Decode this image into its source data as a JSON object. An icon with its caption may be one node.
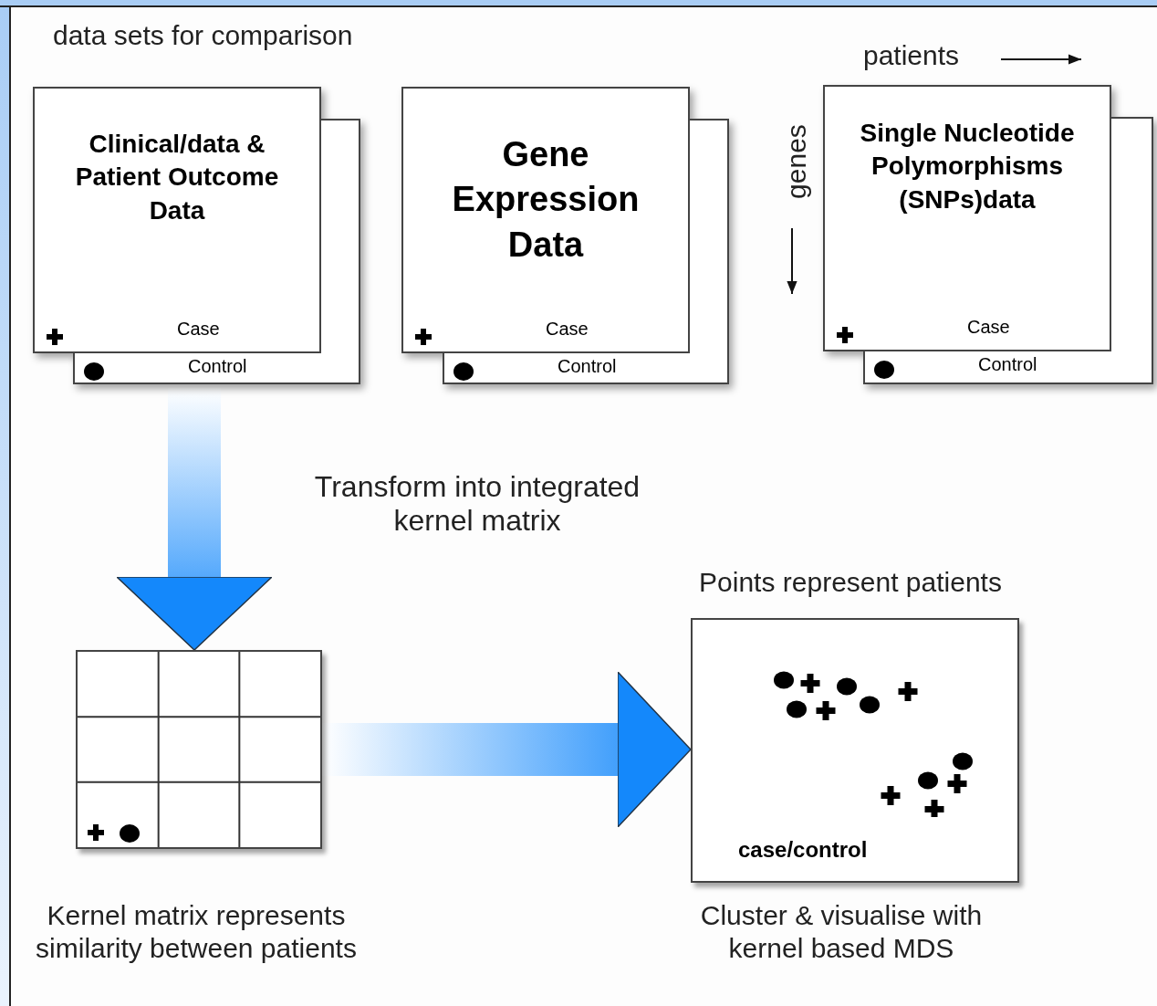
{
  "diagram": {
    "nodes": [
      {
        "text": [
          "Clinical/data & Patient Outcome Data",
          "Case",
          "Control"
        ]
      },
      {
        "text": [
          "Gene Expression Data",
          "Case",
          "Control"
        ]
      },
      {
        "text": [
          "Single Nucleotide Polymorphisms (SNPs)data",
          "Case",
          "Control"
        ]
      },
      {
        "text": [],
        "shape": "box",
        "beside": [
          "Kernel matrix represents similarity between patients"
        ]
      },
      {
        "text": [
          "case/control"
        ],
        "beside": [
          "Points represent patients",
          "Cluster & visualise with kernel based MDS"
        ]
      }
    ],
    "edges": [
      {
        "from": 0,
        "to": 3,
        "arrow": "to",
        "label": "Transform into integrated kernel matrix"
      },
      {
        "from": 3,
        "to": 4,
        "arrow": "to"
      }
    ],
    "labels": [
      "data sets for comparison",
      "patients",
      "genes"
    ]
  }
}
